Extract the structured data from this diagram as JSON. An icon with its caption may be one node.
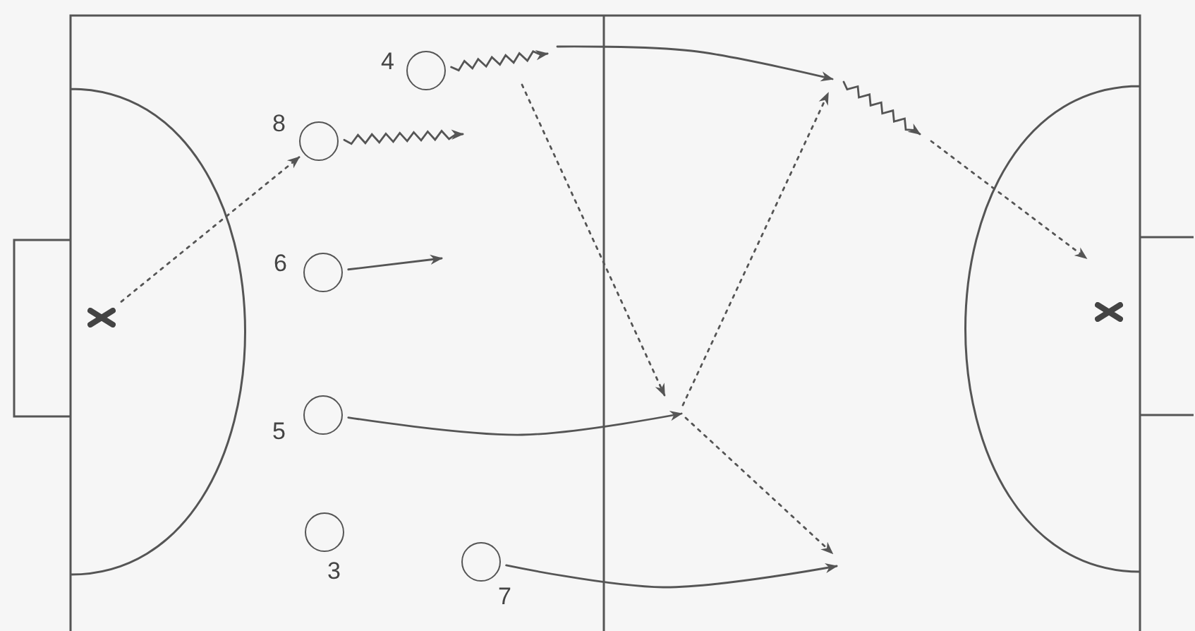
{
  "diagram": {
    "nodes": [
      {
        "text": [],
        "shape": "cross"
      },
      {
        "text": [],
        "shape": "circle",
        "beside": [
          "4"
        ]
      },
      {
        "text": [],
        "shape": "circle",
        "beside": [
          "8"
        ]
      },
      {
        "text": [],
        "shape": "circle",
        "beside": [
          "6"
        ]
      },
      {
        "text": [],
        "shape": "circle",
        "beside": [
          "5"
        ]
      },
      {
        "text": [],
        "shape": "circle",
        "beside": [
          "3"
        ]
      },
      {
        "text": [],
        "shape": "circle",
        "beside": [
          "7"
        ]
      },
      {
        "text": [],
        "shape": "cross"
      }
    ],
    "edges": [
      {
        "from": 0,
        "to": 2,
        "arrow": "to",
        "style": "dashed"
      },
      {
        "from": 1,
        "to": null,
        "arrow": "to"
      },
      {
        "from": 2,
        "to": null,
        "arrow": "to"
      },
      {
        "from": 3,
        "to": null,
        "arrow": "to"
      },
      {
        "from": 4,
        "to": null,
        "arrow": "to"
      },
      {
        "from": 6,
        "to": null,
        "arrow": "to"
      }
    ]
  }
}
